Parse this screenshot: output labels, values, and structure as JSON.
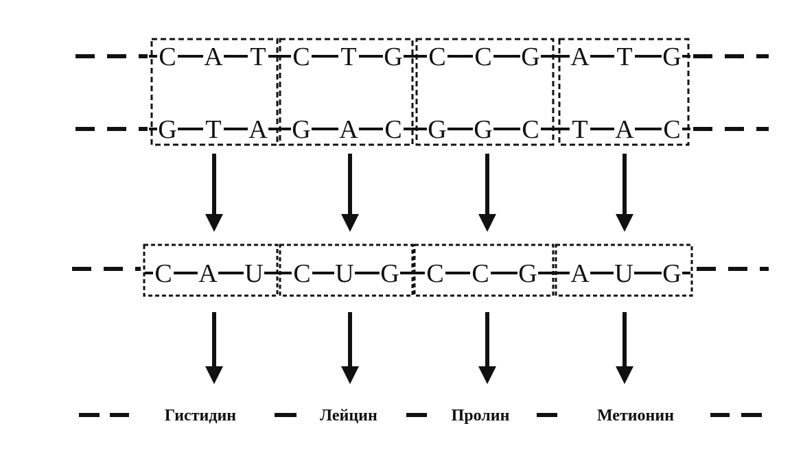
{
  "dna": {
    "coding_strand": [
      [
        "C",
        "A",
        "T"
      ],
      [
        "C",
        "T",
        "G"
      ],
      [
        "C",
        "C",
        "G"
      ],
      [
        "A",
        "T",
        "G"
      ]
    ],
    "template_strand": [
      [
        "G",
        "T",
        "A"
      ],
      [
        "G",
        "A",
        "C"
      ],
      [
        "G",
        "G",
        "C"
      ],
      [
        "T",
        "A",
        "C"
      ]
    ]
  },
  "mrna": [
    [
      "C",
      "A",
      "U"
    ],
    [
      "C",
      "U",
      "G"
    ],
    [
      "C",
      "C",
      "G"
    ],
    [
      "A",
      "U",
      "G"
    ]
  ],
  "amino_acids": [
    "Гистидин",
    "Лейцин",
    "Пролин",
    "Метионин"
  ]
}
